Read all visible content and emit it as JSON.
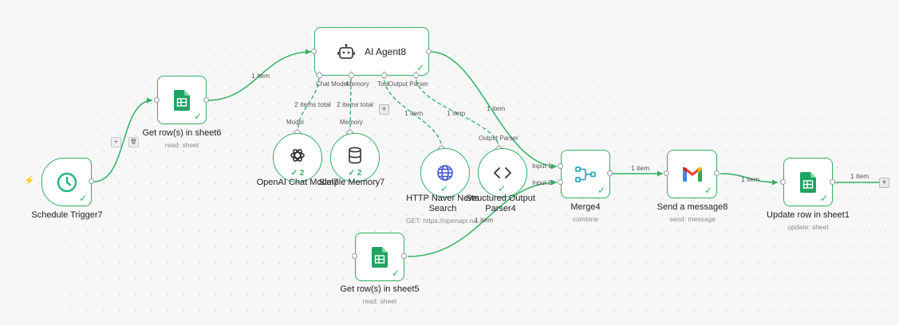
{
  "nodes": {
    "schedule_trigger": {
      "label": "Schedule Trigger7"
    },
    "get_rows_6": {
      "label": "Get row(s) in sheet6",
      "sub": "read: sheet"
    },
    "get_rows_5": {
      "label": "Get row(s) in sheet5",
      "sub": "read: sheet"
    },
    "ai_agent": {
      "label": "AI Agent8"
    },
    "openai_model": {
      "label": "OpenAI Chat Model7",
      "count": "2"
    },
    "simple_memory": {
      "label": "Simple Memory7",
      "count": "2"
    },
    "http_search": {
      "label": "HTTP Naver News Search",
      "sub": "GET: https://openapi.na..."
    },
    "output_parser": {
      "label": "Structured Output Parser4"
    },
    "merge": {
      "label": "Merge4",
      "sub": "combine"
    },
    "gmail": {
      "label": "Send a message8",
      "sub": "send: message"
    },
    "update_row": {
      "label": "Update row in sheet1",
      "sub": "update: sheet"
    }
  },
  "agent_ports": {
    "chat_model": "Chat Model",
    "memory": "Memory",
    "tool": "Tool",
    "output_parser": "Output Parser"
  },
  "sub_ports": {
    "model": "Model",
    "memory": "Memory",
    "output_parser": "Output Parser"
  },
  "merge_ports": {
    "input1": "Input 1",
    "input2": "Input 2"
  },
  "edge_labels": {
    "sheet6_to_agent": "1 item",
    "agent_to_merge": "1 item",
    "model_items": "2 items total",
    "memory_items": "2 items total",
    "tool_items": "1 item",
    "parser_items": "1 item",
    "sheet5_to_merge": "1 item",
    "merge_to_gmail": "1 item",
    "gmail_to_update": "1 item",
    "update_out": "1 item"
  },
  "controls": {
    "add": "+",
    "delete": "🗑",
    "check": "✓"
  },
  "colors": {
    "accent": "#30b060",
    "sheets_green": "#1ea362",
    "trigger_teal": "#22b57d",
    "gmail_red": "#ea4335",
    "gmail_blue": "#4285f4",
    "gmail_yellow": "#fbbc04",
    "globe_blue": "#3f51d6",
    "merge_teal": "#2fa8b8"
  }
}
